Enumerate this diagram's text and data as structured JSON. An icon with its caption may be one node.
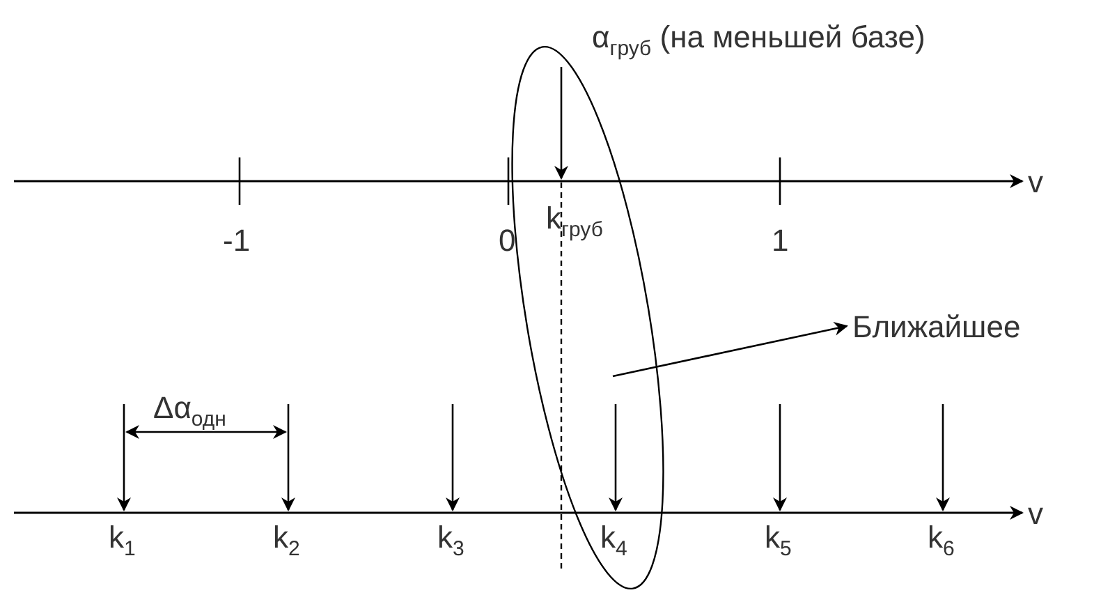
{
  "diagram": {
    "nodes": [
      {
        "text": [],
        "shape": "ellipse"
      },
      {
        "text": [
          "Ближайшее"
        ]
      }
    ],
    "edges": [
      {
        "from": 0,
        "to": 1,
        "arrow": "to"
      }
    ],
    "labels": [
      "α$_{груб}$ (на меньшей базе)",
      "v",
      "-1",
      "0",
      "k$_{груб}$",
      "1",
      "Δα$_{одн}$",
      "v",
      "k$_{1}$",
      "k$_{2}$",
      "k$_{3}$",
      "k$_{4}$",
      "k$_{5}$",
      "k$_{6}$"
    ]
  }
}
